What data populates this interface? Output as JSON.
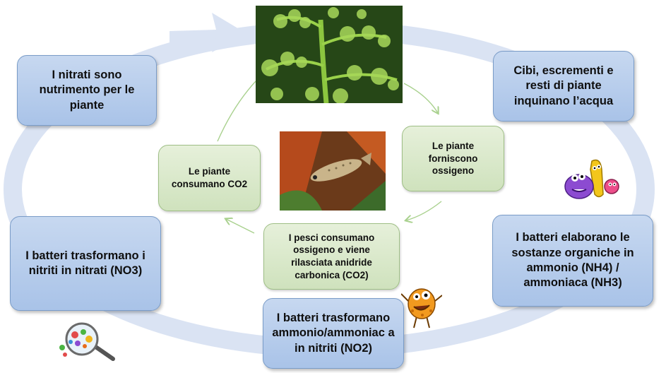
{
  "outer_boxes": {
    "nitrati_nutrimento": "I nitrati sono nutrimento per le piante",
    "cibi_escrementi": "Cibi, escrementi e resti di piante inquinano l’acqua",
    "batteri_ammonio": "I batteri elaborano le sostanze organiche in ammonio (NH4) / ammoniaca (NH3)",
    "batteri_nitriti": "I batteri trasformano ammonio/ammoniac a in nitriti (NO2)",
    "batteri_nitrati": "I batteri trasformano i nitriti in nitrati (NO3)"
  },
  "inner_boxes": {
    "piante_ossigeno": "Le piante forniscono ossigeno",
    "pesci_ossigeno": "I pesci consumano ossigeno e viene rilasciata anidride carbonica (CO2)",
    "piante_co2": "Le piante consumano CO2"
  },
  "images": {
    "plant_photo": "aquatic-plant-photo",
    "fish_photo": "fish-photo",
    "bacteria_group": "bacteria-cartoon-group",
    "bacteria_single": "bacteria-cartoon-orange",
    "bacteria_magnifier": "bacteria-magnifier-cartoon"
  },
  "colors": {
    "outer_box_fill": "#b6cdec",
    "inner_box_fill": "#d9e8c9",
    "cycle_arrow": "#dae3f3",
    "inner_arrow": "#a9d18e"
  }
}
